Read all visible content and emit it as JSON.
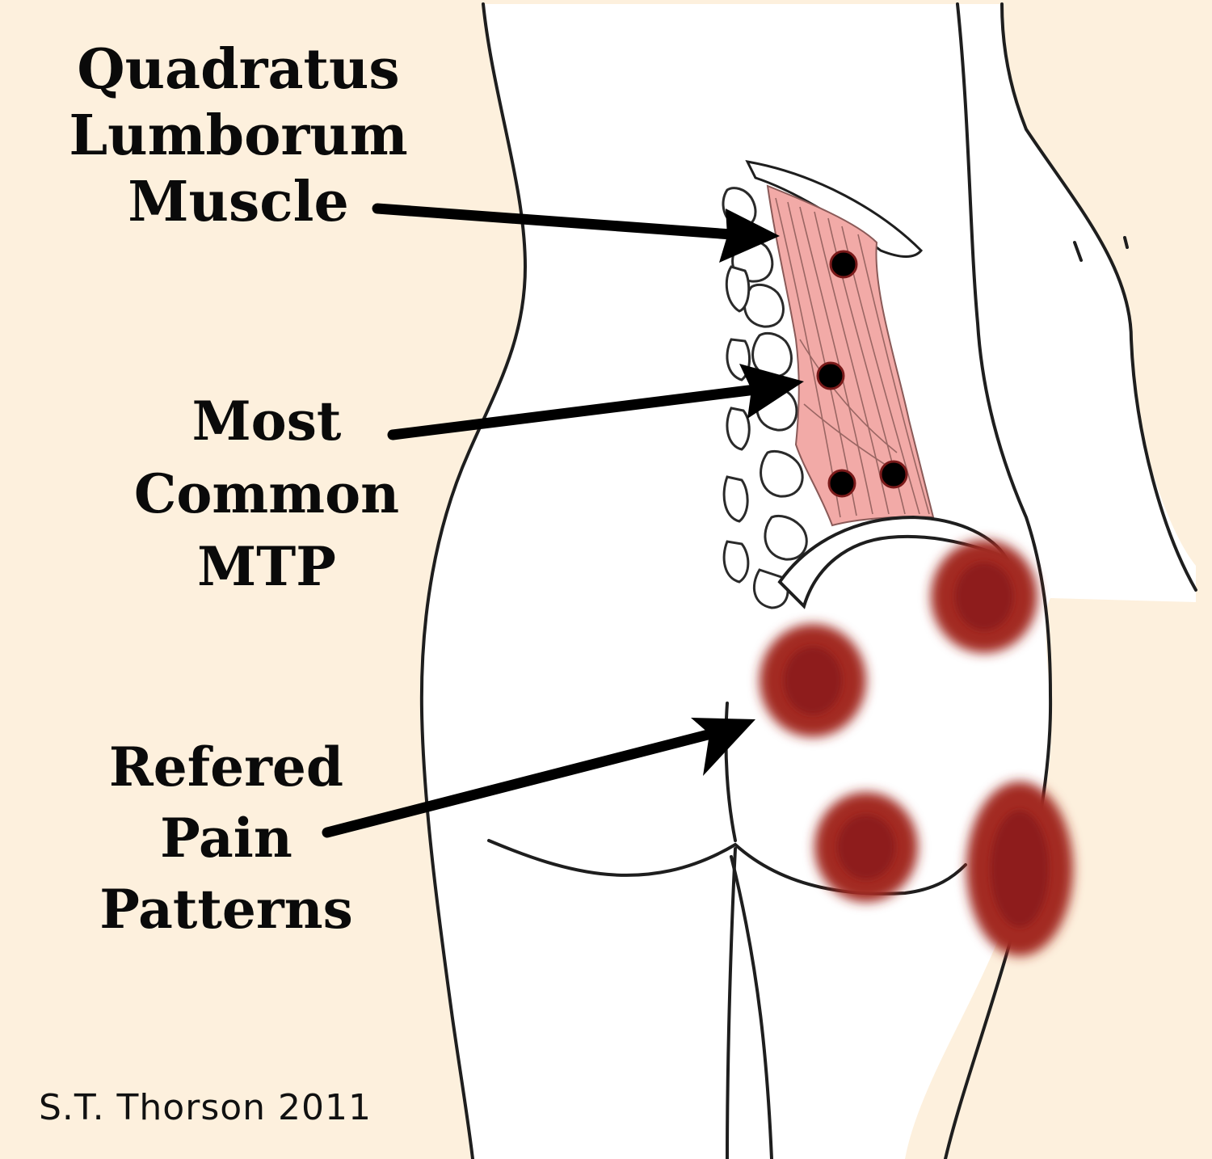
{
  "labels": {
    "muscle": [
      "Quadratus",
      "Lumborum",
      "Muscle"
    ],
    "trigger_points": [
      "Most",
      "Common",
      "MTP"
    ],
    "referred_pain": [
      "Refered",
      "Pain",
      "Patterns"
    ]
  },
  "credit": "S.T. Thorson 2011",
  "colors": {
    "background": "#fdf0dd",
    "skin": "#ffffff",
    "outline": "#1a1a1a",
    "muscle": "#f2aaa7",
    "pain_zone": "#a32a22",
    "trigger_point": "#000000"
  }
}
